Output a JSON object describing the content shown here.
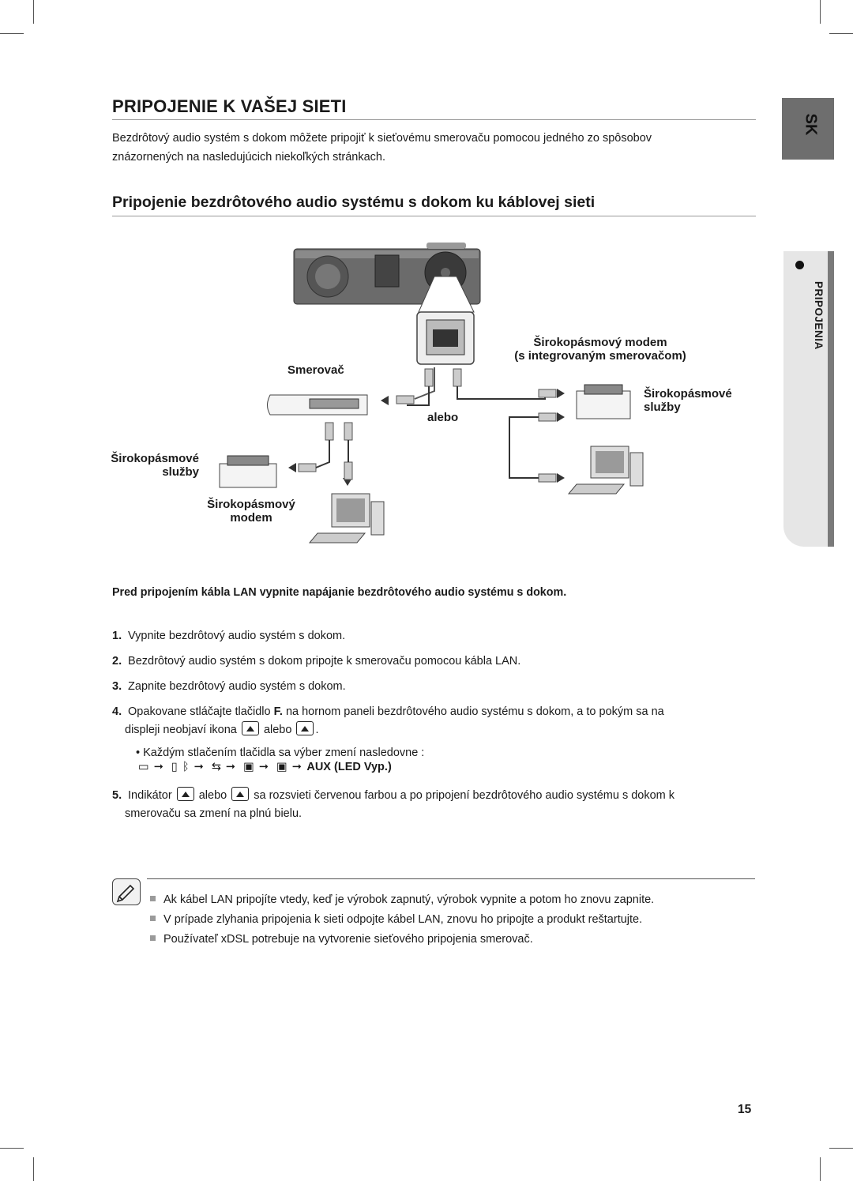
{
  "page": {
    "section_tab": "SK",
    "side_tab": "PRIPOJENIA",
    "page_number": "15"
  },
  "heading": "PRIPOJENIE K VAŠEJ SIETI",
  "intro_line1": "Bezdrôtový audio systém s dokom môžete pripojiť k sieťovému smerovaču pomocou jedného zo spôsobov",
  "intro_line2": "znázornených na nasledujúcich niekoľkých stránkach.",
  "subheading": "Pripojenie bezdrôtového audio systému s dokom ku káblovej sieti",
  "diagram": {
    "router": "Smerovač",
    "or": "alebo",
    "modem_router_1": "Širokopásmový modem",
    "modem_router_2": "(s integrovaným smerovačom)",
    "services_right_1": "Širokopásmové",
    "services_right_2": "služby",
    "services_left_1": "Širokopásmové",
    "services_left_2": "služby",
    "modem_left_1": "Širokopásmový",
    "modem_left_2": "modem"
  },
  "warning": "Pred pripojením kábla LAN vypnite napájanie bezdrôtového audio systému s dokom.",
  "steps": {
    "s1_num": "1.",
    "s1": "Vypnite bezdrôtový audio systém s dokom.",
    "s2_num": "2.",
    "s2": "Bezdrôtový audio systém s dokom pripojte k smerovaču pomocou kábla LAN.",
    "s3_num": "3.",
    "s3": "Zapnite bezdrôtový audio systém s dokom.",
    "s4_num": "4.",
    "s4_a": "Opakovane stláčajte tlačidlo",
    "s4_key": "F.",
    "s4_b": "na hornom paneli bezdrôtového audio systému s dokom, a to pokým sa na",
    "s4_c": "displeji neobjaví ikona",
    "s4_or": "alebo",
    "s4_end": ".",
    "s4_bullet": "Každým stlačením tlačidla sa výber zmení nasledovne :",
    "s4_seq_end": "AUX (LED Vyp.)",
    "s5_num": "5.",
    "s5_a": "Indikátor",
    "s5_or": "alebo",
    "s5_b": "sa rozsvieti červenou farbou a po pripojení bezdrôtového audio systému s dokom k",
    "s5_c": "smerovaču sa zmení na plnú bielu."
  },
  "notes": {
    "n1": "Ak kábel LAN pripojíte vtedy, keď je výrobok zapnutý, výrobok vypnite a potom ho znovu zapnite.",
    "n2": "V prípade zlyhania pripojenia k sieti odpojte kábel LAN, znovu ho pripojte a produkt reštartujte.",
    "n3": "Používateľ xDSL potrebuje na vytvorenie sieťového pripojenia smerovač."
  },
  "icons": [
    "tv-icon",
    "phone-icon",
    "bluetooth-icon",
    "usb-icon",
    "airplay-icon",
    "allshare-icon",
    "pencil-note-icon",
    "arrow-icon"
  ]
}
